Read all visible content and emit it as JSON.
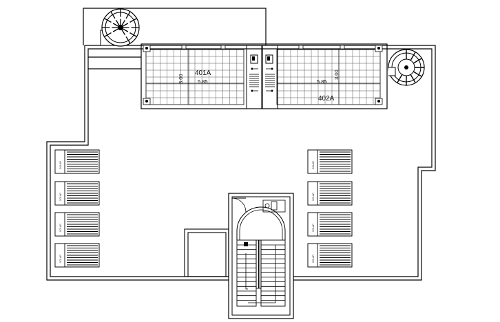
{
  "plan": {
    "rooms": [
      {
        "name": "401A",
        "length": "5.85",
        "width": "3.00"
      },
      {
        "name": "402A",
        "length": "5.85",
        "width": "3.00"
      }
    ],
    "heater_count": 8,
    "heater_tag": "SOLAR"
  }
}
